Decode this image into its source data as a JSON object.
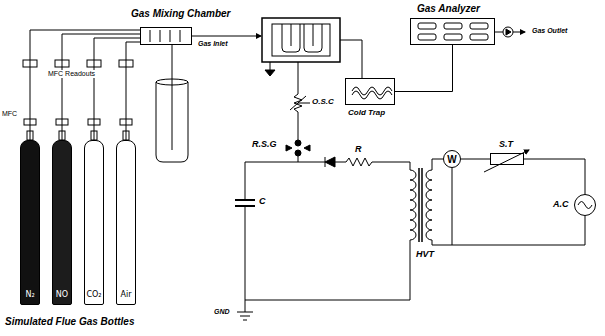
{
  "diagram": {
    "nodes": [
      {
        "text": [
          "Gas Mixing Chamber"
        ]
      },
      {
        "text": [
          "Gas Analyzer"
        ]
      },
      {
        "text": [
          "Cold Trap"
        ]
      },
      {
        "text": [
          "W"
        ]
      },
      {
        "text": [
          "S.T"
        ]
      },
      {
        "text": [
          "A.C"
        ]
      },
      {
        "text": [
          "N₂"
        ]
      },
      {
        "text": [
          "NO"
        ]
      },
      {
        "text": [
          "CO₂"
        ]
      },
      {
        "text": [
          "Air"
        ]
      }
    ],
    "edges": [
      {
        "from": 6,
        "to": 0,
        "arrow": "none"
      },
      {
        "from": 7,
        "to": 0,
        "arrow": "none"
      },
      {
        "from": 8,
        "to": 0,
        "arrow": "none"
      },
      {
        "from": 9,
        "to": 0,
        "arrow": "none"
      },
      {
        "from": 2,
        "to": 1,
        "arrow": "none"
      },
      {
        "from": 3,
        "to": 4,
        "arrow": "none"
      },
      {
        "from": 4,
        "to": 5,
        "arrow": "none"
      }
    ],
    "labels": [
      "MFC",
      "MFC Readouts",
      "Gas Inlet",
      "Gas Outlet",
      "O.S.C",
      "R.S.G",
      "C",
      "R",
      "HVT",
      "GND",
      "Simulated Flue Gas Bottles"
    ]
  }
}
